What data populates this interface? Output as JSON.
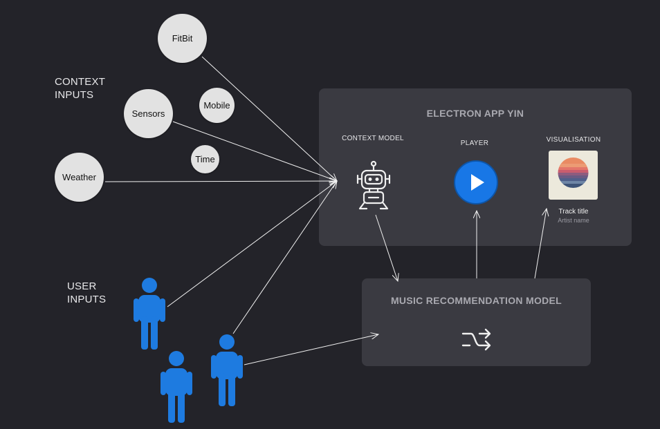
{
  "context_inputs": {
    "label_line1": "CONTEXT",
    "label_line2": "INPUTS",
    "nodes": {
      "fitbit": "FitBit",
      "sensors": "Sensors",
      "mobile": "Mobile",
      "time": "Time",
      "weather": "Weather"
    }
  },
  "user_inputs": {
    "label_line1": "USER",
    "label_line2": "INPUTS"
  },
  "electron_app": {
    "title": "ELECTRON APP YIN",
    "context_model_label": "CONTEXT MODEL",
    "player_label": "PLAYER",
    "visualisation_label": "VISUALISATION",
    "track_title": "Track title",
    "artist_name": "Artist name"
  },
  "music_model": {
    "title": "MUSIC RECOMMENDATION MODEL"
  },
  "colors": {
    "background": "#232329",
    "panel": "#3a3a41",
    "user_figure": "#1e7be0",
    "play_button": "#1877e6"
  }
}
